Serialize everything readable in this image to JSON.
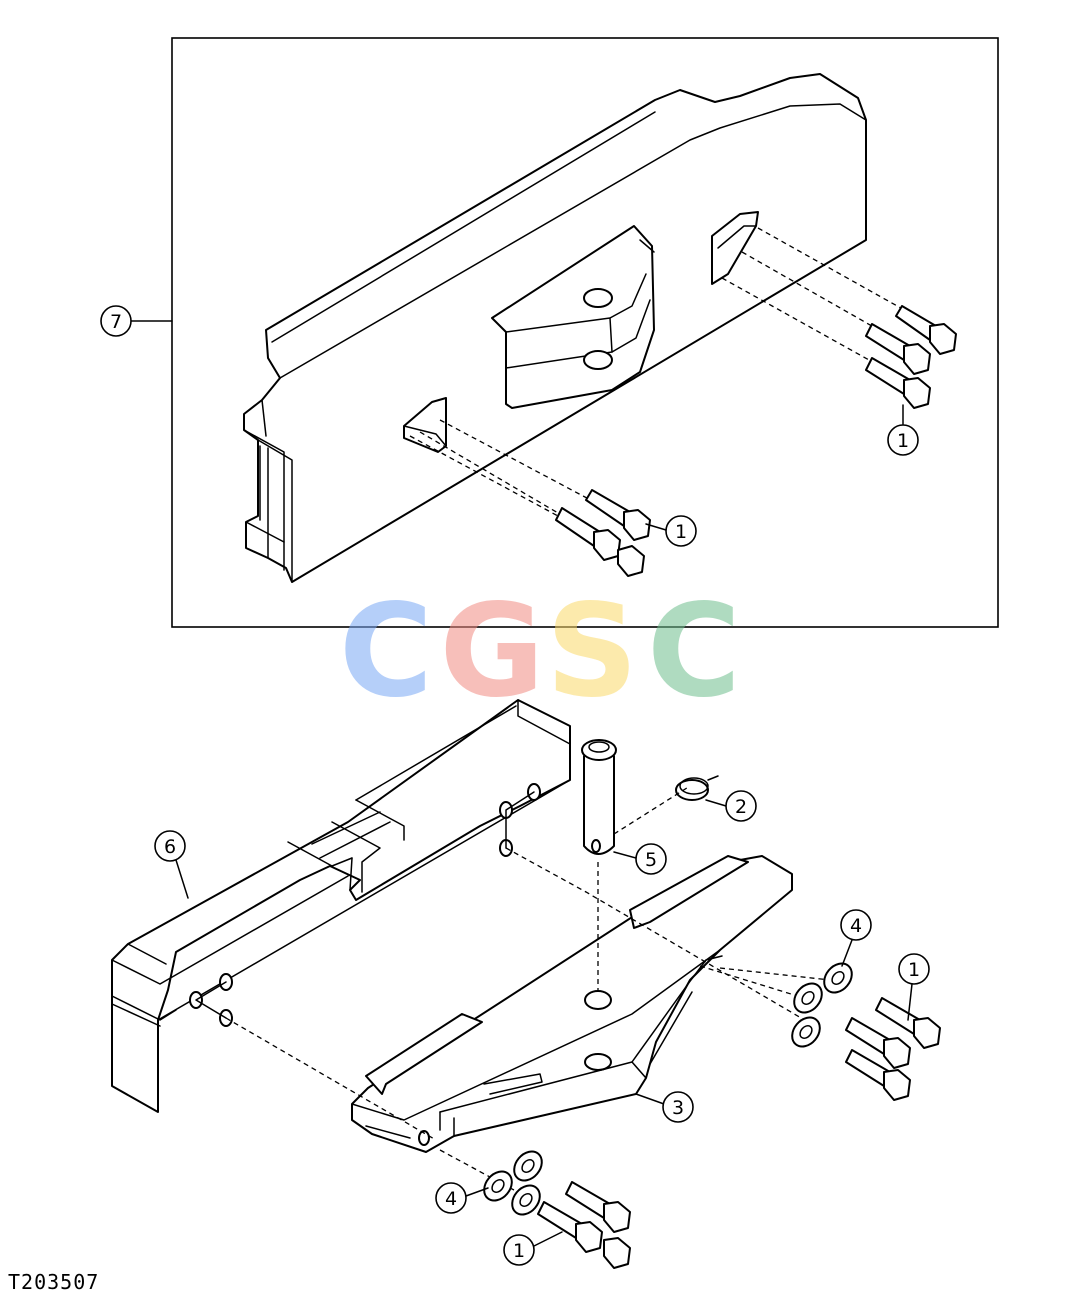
{
  "figure_id": "T203507",
  "watermark": {
    "letters": [
      "C",
      "G",
      "S",
      "C"
    ],
    "colors": [
      "#7aa8f5",
      "#f28b82",
      "#fbd96a",
      "#6fbf8e"
    ]
  },
  "callouts": {
    "c7": "7",
    "c1a": "1",
    "c1b": "1",
    "c2": "2",
    "c5": "5",
    "c6": "6",
    "c4a": "4",
    "c1c": "1",
    "c3": "3",
    "c4b": "4",
    "c1d": "1"
  }
}
